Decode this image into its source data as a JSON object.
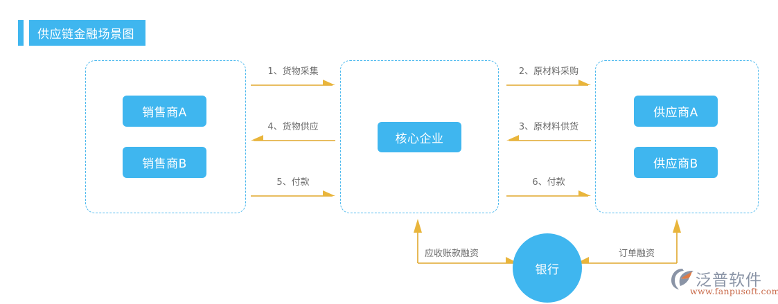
{
  "page": {
    "title": "供应链金融场景图",
    "background": "#ffffff"
  },
  "colors": {
    "brand_blue": "#3fb6ef",
    "dashed_border": "#4cb9ee",
    "arrow_gold": "#e0a72b",
    "label_gray": "#6b6b6b",
    "logo_gray": "#8a94a6",
    "logo_orange": "#c96a4a"
  },
  "groups": [
    {
      "id": "group-sales",
      "name": "sales-group",
      "entities": [
        {
          "label": "销售商A"
        },
        {
          "label": "销售商B"
        }
      ]
    },
    {
      "id": "group-core",
      "name": "core-group",
      "entities": [
        {
          "label": "核心企业"
        }
      ]
    },
    {
      "id": "group-supply",
      "name": "supply-group",
      "entities": [
        {
          "label": "供应商A"
        },
        {
          "label": "供应商B"
        }
      ]
    }
  ],
  "bank": {
    "label": "银行"
  },
  "flows": [
    {
      "id": "flow-1",
      "label": "1、货物采集",
      "direction": "right"
    },
    {
      "id": "flow-4",
      "label": "4、货物供应",
      "direction": "left"
    },
    {
      "id": "flow-5",
      "label": "5、付款",
      "direction": "right"
    },
    {
      "id": "flow-2",
      "label": "2、原材料采购",
      "direction": "right"
    },
    {
      "id": "flow-3",
      "label": "3、原材料供货",
      "direction": "left"
    },
    {
      "id": "flow-6",
      "label": "6、付款",
      "direction": "right"
    }
  ],
  "finance_links": [
    {
      "id": "elbow-left",
      "label": "应收账款融资"
    },
    {
      "id": "elbow-right",
      "label": "订单融资"
    }
  ],
  "logo": {
    "name": "泛普软件",
    "url": "www.fanpusoft.com"
  }
}
